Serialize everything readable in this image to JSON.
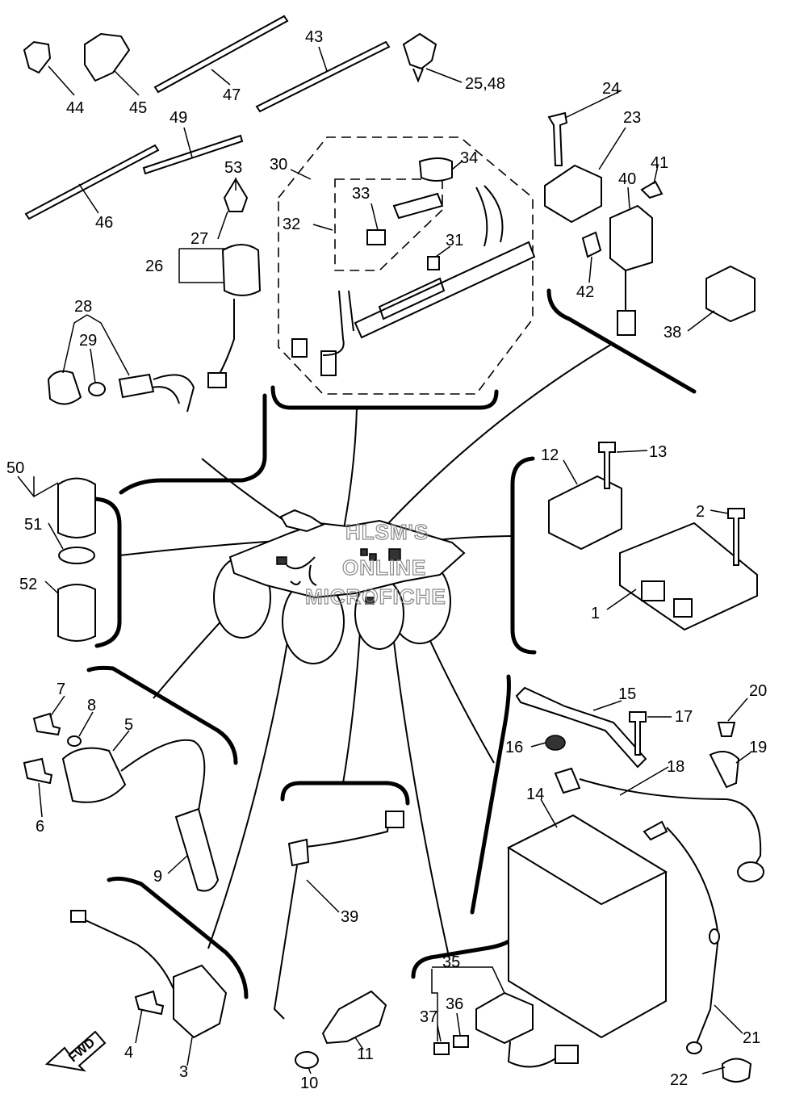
{
  "watermark": {
    "line1": "HLSM'S",
    "line2": "ONLINE",
    "line3": "MICROFICHE"
  },
  "fwd_label": "FWD",
  "callouts": {
    "c1": "1",
    "c2": "2",
    "c3": "3",
    "c4": "4",
    "c5": "5",
    "c6": "6",
    "c7": "7",
    "c8": "8",
    "c9": "9",
    "c10": "10",
    "c11": "11",
    "c12": "12",
    "c13": "13",
    "c14": "14",
    "c15": "15",
    "c16": "16",
    "c17": "17",
    "c18": "18",
    "c19": "19",
    "c20": "20",
    "c21": "21",
    "c22": "22",
    "c23": "23",
    "c24": "24",
    "c25_48": "25,48",
    "c26": "26",
    "c27": "27",
    "c28": "28",
    "c29": "29",
    "c30": "30",
    "c31": "31",
    "c32": "32",
    "c33": "33",
    "c34": "34",
    "c35": "35",
    "c36": "36",
    "c37": "37",
    "c38": "38",
    "c39": "39",
    "c40": "40",
    "c41": "41",
    "c42": "42",
    "c43": "43",
    "c44": "44",
    "c45": "45",
    "c46": "46",
    "c47": "47",
    "c49": "49",
    "c50": "50",
    "c51": "51",
    "c52": "52",
    "c53": "53"
  }
}
